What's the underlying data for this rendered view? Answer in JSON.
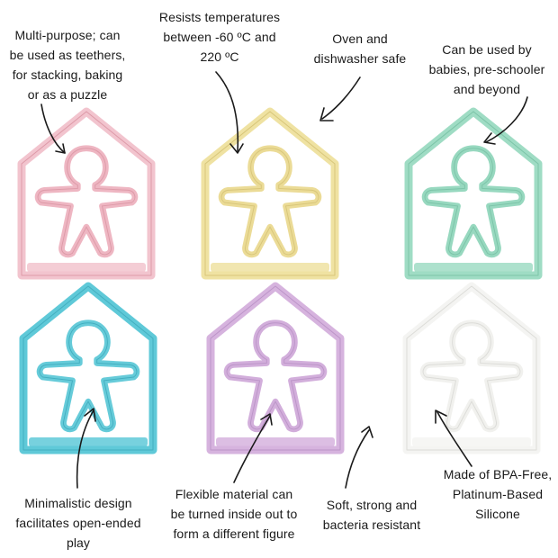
{
  "captions": {
    "multi_purpose": [
      "Multi-purpose; can",
      "be used as teethers,",
      "for stacking, baking",
      "or as a puzzle"
    ],
    "temperatures": [
      "Resists temperatures",
      "between -60 ºC and",
      "220 ºC"
    ],
    "oven": [
      "Oven and",
      "dishwasher safe"
    ],
    "ages": [
      "Can be used by",
      "babies, pre-schooler",
      "and beyond"
    ],
    "minimalistic": [
      "Minimalistic design",
      "facilitates open-ended",
      "play"
    ],
    "flexible": [
      "Flexible material can",
      "be turned inside out to",
      "form a different figure"
    ],
    "soft": [
      "Soft, strong and",
      "bacteria resistant"
    ],
    "bpa": [
      "Made of BPA-Free,",
      "Platinum-Based",
      "Silicone"
    ]
  },
  "products": [
    {
      "color_name": "pink",
      "house": "#f2c4ce",
      "figure": "#eeb6c2",
      "edge": "#dd9aa8"
    },
    {
      "color_name": "yellow",
      "house": "#efe2a2",
      "figure": "#ebdb96",
      "edge": "#d8c67a"
    },
    {
      "color_name": "mint",
      "house": "#9fdcc4",
      "figure": "#97d8bf",
      "edge": "#7cc4a8"
    },
    {
      "color_name": "turquoise",
      "house": "#5fc9d8",
      "figure": "#66cbd9",
      "edge": "#43afc0"
    },
    {
      "color_name": "lilac",
      "house": "#d6b3de",
      "figure": "#d2aedb",
      "edge": "#bc95c8"
    },
    {
      "color_name": "white",
      "house": "#f4f4f2",
      "figure": "#f1f1ee",
      "edge": "#dcdcd8"
    }
  ],
  "icons": [
    "arrow-icon"
  ]
}
